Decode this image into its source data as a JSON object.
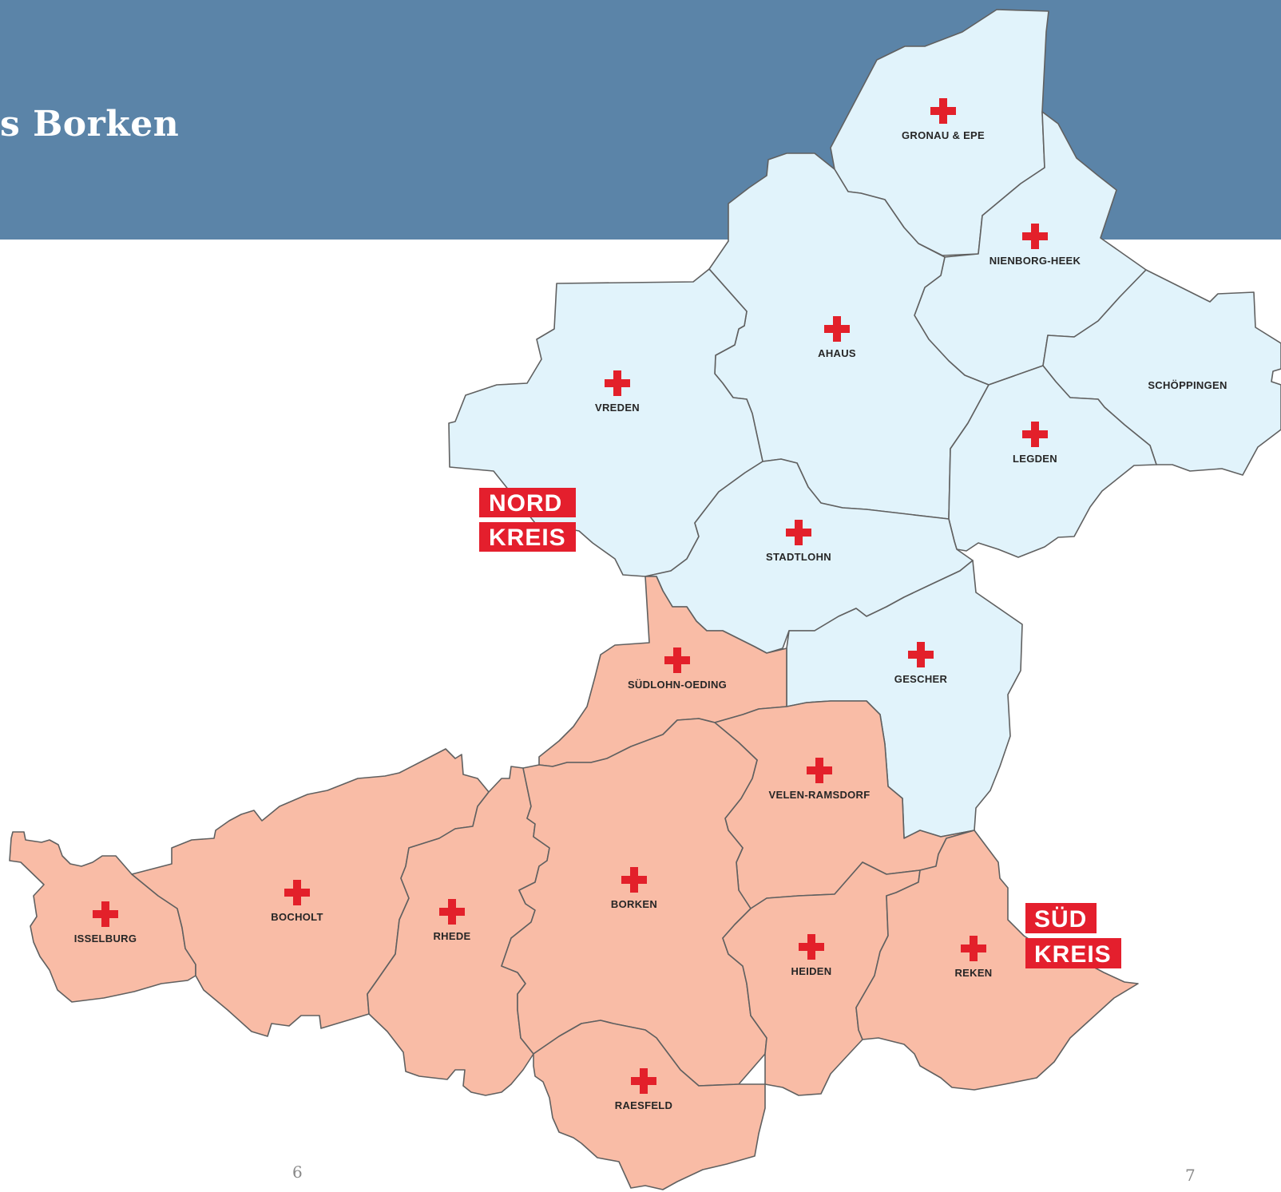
{
  "header": {
    "title": "s Borken",
    "background_color": "#5b84a8",
    "title_color": "#ffffff"
  },
  "colors": {
    "nord_fill": "#e1f3fb",
    "sued_fill": "#f9bca6",
    "border": "#606060",
    "cross": "#e3202a",
    "label_box": "#e41f2d"
  },
  "map": {
    "icon": "red-cross-icon",
    "municipalities": [
      {
        "id": "gronau",
        "name": "GRONAU & EPE",
        "region": "nord"
      },
      {
        "id": "nienborg",
        "name": "NIENBORG-HEEK",
        "region": "nord"
      },
      {
        "id": "ahaus",
        "name": "AHAUS",
        "region": "nord"
      },
      {
        "id": "vreden",
        "name": "VREDEN",
        "region": "nord"
      },
      {
        "id": "schoeppingen",
        "name": "SCHÖPPINGEN",
        "region": "nord"
      },
      {
        "id": "legden",
        "name": "LEGDEN",
        "region": "nord"
      },
      {
        "id": "stadtlohn",
        "name": "STADTLOHN",
        "region": "nord"
      },
      {
        "id": "gescher",
        "name": "GESCHER",
        "region": "nord"
      },
      {
        "id": "suedlohn",
        "name": "SÜDLOHN-OEDING",
        "region": "sued"
      },
      {
        "id": "velen",
        "name": "VELEN-RAMSDORF",
        "region": "sued"
      },
      {
        "id": "isselburg",
        "name": "ISSELBURG",
        "region": "sued"
      },
      {
        "id": "bocholt",
        "name": "BOCHOLT",
        "region": "sued"
      },
      {
        "id": "rhede",
        "name": "RHEDE",
        "region": "sued"
      },
      {
        "id": "borken",
        "name": "BORKEN",
        "region": "sued"
      },
      {
        "id": "heiden",
        "name": "HEIDEN",
        "region": "sued"
      },
      {
        "id": "reken",
        "name": "REKEN",
        "region": "sued"
      },
      {
        "id": "raesfeld",
        "name": "RAESFELD",
        "region": "sued"
      }
    ],
    "labels": {
      "nord_line1": "NORD",
      "nord_line2": "KREIS",
      "sued_line1": "SÜD",
      "sued_line2": "KREIS"
    }
  },
  "page_numbers": {
    "left": "6",
    "right": "7"
  }
}
